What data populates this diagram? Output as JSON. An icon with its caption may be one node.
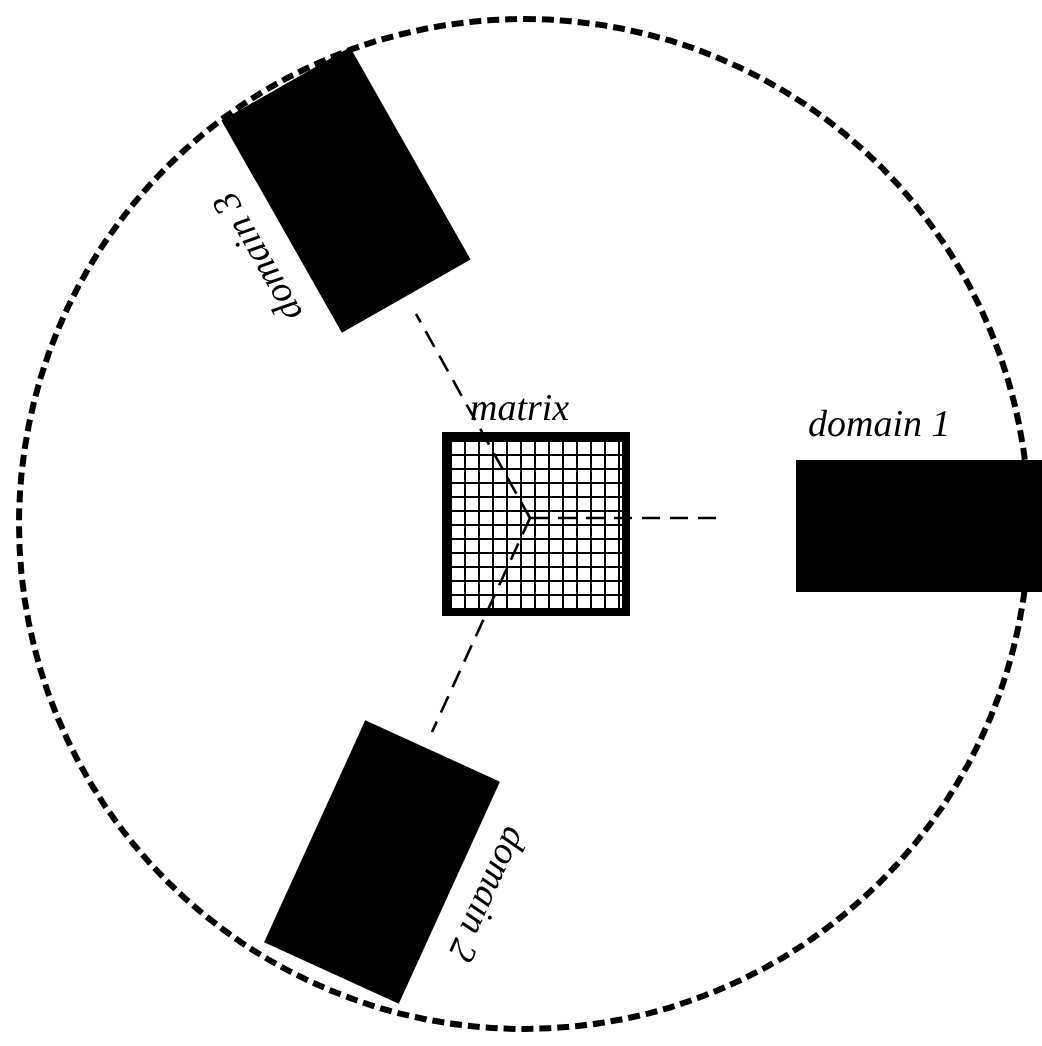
{
  "diagram": {
    "nodes": [
      {
        "text": [],
        "shape": "circle"
      },
      {
        "text": [
          "domain 1"
        ],
        "in": 0
      },
      {
        "text": [
          "domain 2"
        ],
        "in": 0
      },
      {
        "text": [
          "domain 3"
        ],
        "in": 0
      },
      {
        "text": [
          "matrix"
        ],
        "in": 0
      }
    ],
    "edges": [
      {
        "from": 4,
        "to": 1,
        "arrow": "none",
        "style": "dashed"
      },
      {
        "from": 4,
        "to": 3,
        "arrow": "none",
        "style": "dashed"
      },
      {
        "from": 4,
        "to": 2,
        "arrow": "none",
        "style": "dashed"
      }
    ]
  }
}
